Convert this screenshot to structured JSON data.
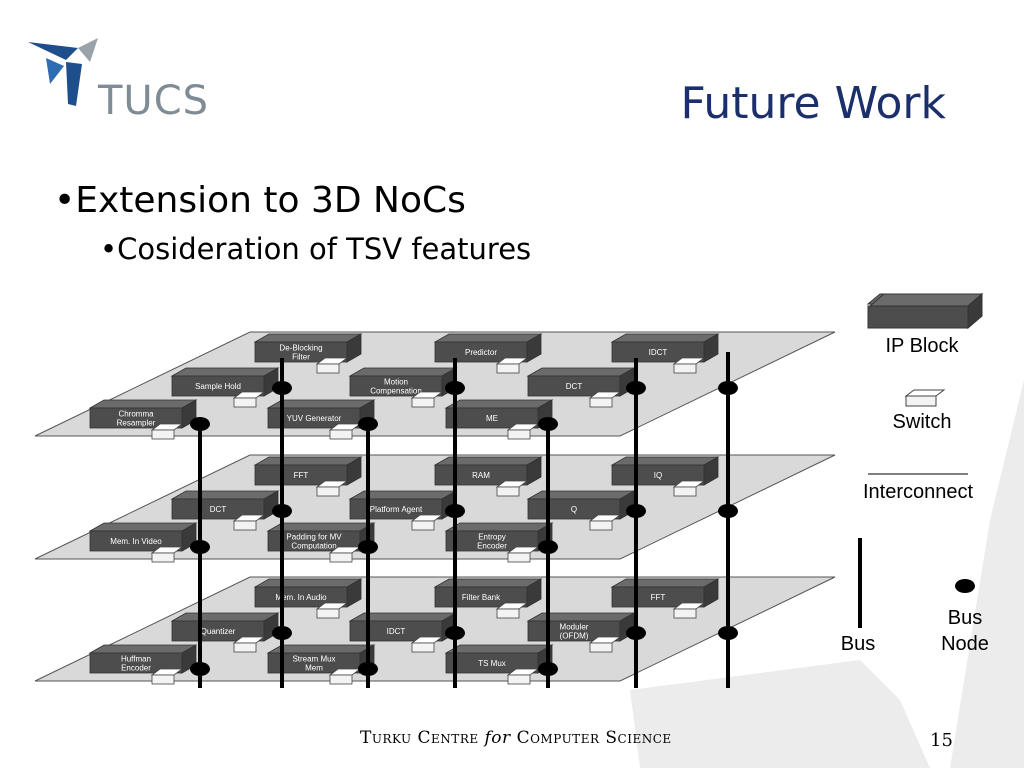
{
  "logo": {
    "text": "TUCS"
  },
  "title": "Future Work",
  "bullets": [
    {
      "text": "Extension to 3D NoCs",
      "level": 1
    },
    {
      "text": "Cosideration of TSV features",
      "level": 2
    }
  ],
  "legend": {
    "ip_block": "IP Block",
    "switch": "Switch",
    "interconnect": "Interconnect",
    "bus": "Bus",
    "bus_node": [
      "Bus",
      "Node"
    ]
  },
  "layers": [
    {
      "blocks": [
        [
          "De-Blocking",
          "Filter"
        ],
        [
          "Predictor"
        ],
        [
          "IDCT"
        ],
        [
          "Sample Hold"
        ],
        [
          "Motion",
          "Compensation"
        ],
        [
          "DCT"
        ],
        [
          "Chromma",
          "Resampler"
        ],
        [
          "YUV Generator"
        ],
        [
          "ME"
        ]
      ]
    },
    {
      "blocks": [
        [
          "FFT"
        ],
        [
          "RAM"
        ],
        [
          "IQ"
        ],
        [
          "DCT"
        ],
        [
          "Platform Agent"
        ],
        [
          "Q"
        ],
        [
          "Mem. In Video"
        ],
        [
          "Padding for MV",
          "Computation"
        ],
        [
          "Entropy",
          "Encoder"
        ]
      ]
    },
    {
      "blocks": [
        [
          "Mem. In Audio"
        ],
        [
          "Filter Bank"
        ],
        [
          "FFT"
        ],
        [
          "Quantizer"
        ],
        [
          "IDCT"
        ],
        [
          "Moduler",
          "(OFDM)"
        ],
        [
          "Huffman",
          "Encoder"
        ],
        [
          "Stream Mux",
          "Mem"
        ],
        [
          "TS Mux"
        ]
      ]
    }
  ],
  "footer": {
    "turku": "Turku Centre",
    "for": "for",
    "cs": "Computer Science"
  },
  "page_number": "15"
}
